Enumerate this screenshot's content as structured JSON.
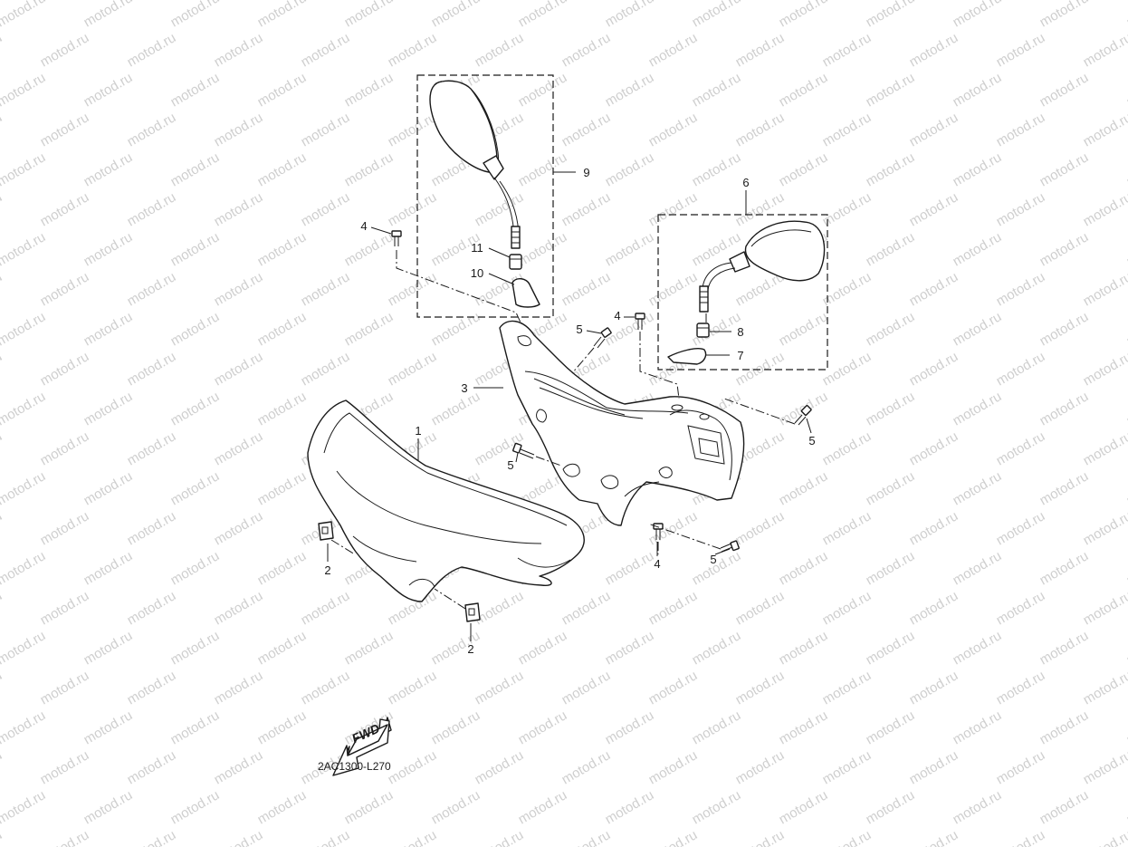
{
  "watermark": {
    "text": "motod.ru"
  },
  "diagram_code": "2AC1300-L270",
  "fwd_label": "FWD",
  "callouts": {
    "c1": "1",
    "c2a": "2",
    "c2b": "2",
    "c3": "3",
    "c4a": "4",
    "c4b": "4",
    "c4c": "4",
    "c5a": "5",
    "c5b": "5",
    "c5c": "5",
    "c5d": "5",
    "c6": "6",
    "c7": "7",
    "c8": "8",
    "c9": "9",
    "c10": "10",
    "c11": "11"
  }
}
